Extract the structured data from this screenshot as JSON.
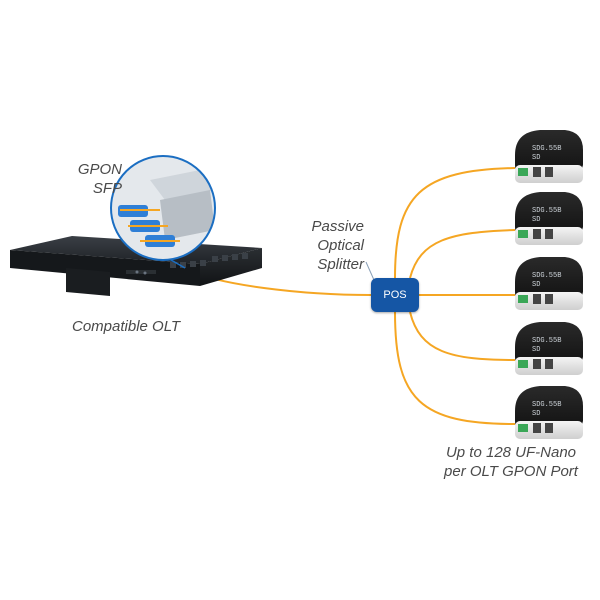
{
  "labels": {
    "gpon_line1": "GPON",
    "gpon_line2": "SFP",
    "olt": "Compatible OLT",
    "splitter_line1": "Passive",
    "splitter_line2": "Optical",
    "splitter_line3": "Splitter",
    "pos": "POS",
    "nano_line1": "Up to 128 UF-Nano",
    "nano_line2": "per OLT GPON Port"
  },
  "colors": {
    "fiber": "#f5a623",
    "pos_box": "#1556a5",
    "callout_ring": "#1b6ec2",
    "sfp_connector": "#2f7fd6"
  },
  "device_screen_text": "SDG.55B\nSD\n",
  "devices": [
    {
      "name": "uf-nano-1"
    },
    {
      "name": "uf-nano-2"
    },
    {
      "name": "uf-nano-3"
    },
    {
      "name": "uf-nano-4"
    },
    {
      "name": "uf-nano-5"
    }
  ]
}
